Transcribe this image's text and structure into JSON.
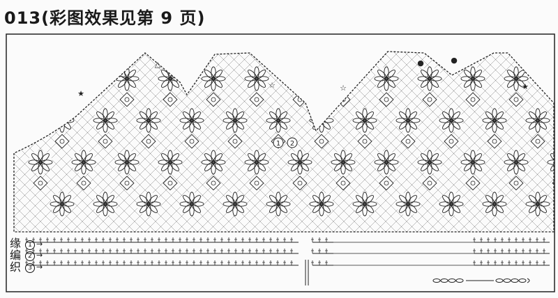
{
  "title": "013(彩图效果见第 9 页)",
  "edging": {
    "label_chars": [
      "缘",
      "编",
      "织"
    ],
    "rows": [
      {
        "num": "1",
        "arrow": "→"
      },
      {
        "num": "2",
        "arrow": "→"
      },
      {
        "num": "3",
        "arrow": "→"
      }
    ]
  },
  "motif_labels": {
    "m1": "1",
    "m2": "2"
  },
  "markers": {
    "star": "★",
    "star_outline": "☆",
    "triangle": "△",
    "dot": "●"
  },
  "colors": {
    "ink": "#222222",
    "paper": "#fbfbfb"
  }
}
